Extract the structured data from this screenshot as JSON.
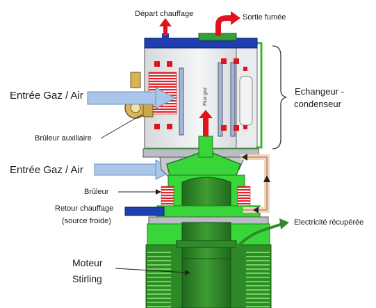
{
  "labels": {
    "depart_chauffage": "Départ chauffage",
    "sortie_fumee": "Sortie fumée",
    "entree_gaz_air_1": "Entrée Gaz / Air",
    "entree_gaz_air_2": "Entrée Gaz / Air",
    "echangeur_line1": "Echangeur -",
    "echangeur_line2": "condenseur",
    "bruleur_auxiliaire": "Brûleur auxiliaire",
    "bruleur": "Brûleur",
    "retour_chauffage_line1": "Retour chauffage",
    "retour_chauffage_line2": "(source froide)",
    "electricite_recuperee": "Electricité récupérée",
    "moteur": "Moteur",
    "stirling": "Stirling",
    "flux_gaz": "Flux gaz"
  },
  "colors": {
    "engine_green": "#2f8a2a",
    "bright_green": "#39d63a",
    "hot_red": "#e0141b",
    "heat_blue_panel": "#1f3fb0",
    "inlet_arrow_blue": "#a9c6e8",
    "flow_peach": "#f7d3b8"
  }
}
